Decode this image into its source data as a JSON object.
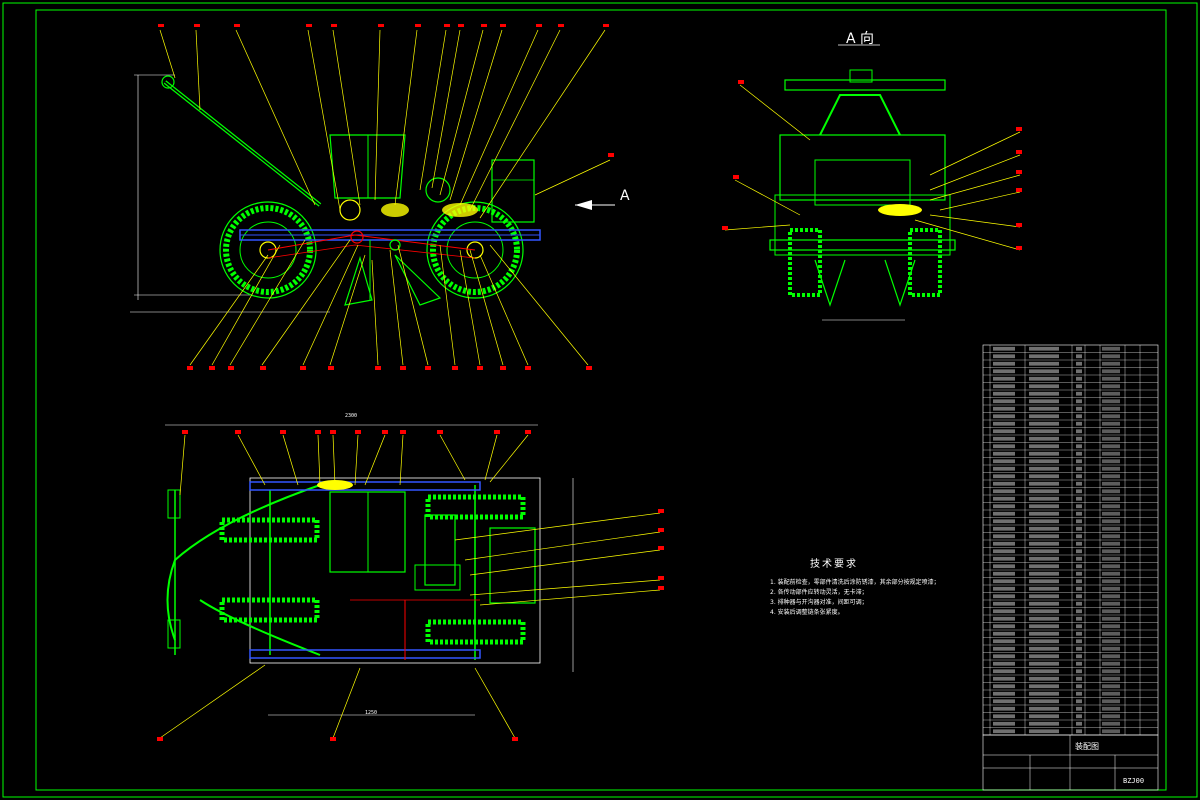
{
  "drawing": {
    "view_a_label": "A 向",
    "arrow_label": "A",
    "notes_title": "技术要求",
    "notes": [
      "1. 装配前检查，零部件清洗后涂防锈漆，其余部分按规定喷漆；",
      "2. 各传动部件应转动灵活，无卡滞；",
      "3. 排种器与开沟器对准，间距可调；",
      "4. 安装后调整链条张紧度。"
    ],
    "title_block": {
      "name": "装配图",
      "code": "BZJ00"
    },
    "dims": {
      "bottom_width": "1250",
      "top_width": "2300"
    }
  },
  "colors": {
    "background": "#000000",
    "border": "#00ff00",
    "leader": "#ffff00",
    "balloon": "#ff0000",
    "frame": "#0000ff",
    "table_line": "#ffffff",
    "component": "#00ff00",
    "highlight": "#ffff00"
  }
}
